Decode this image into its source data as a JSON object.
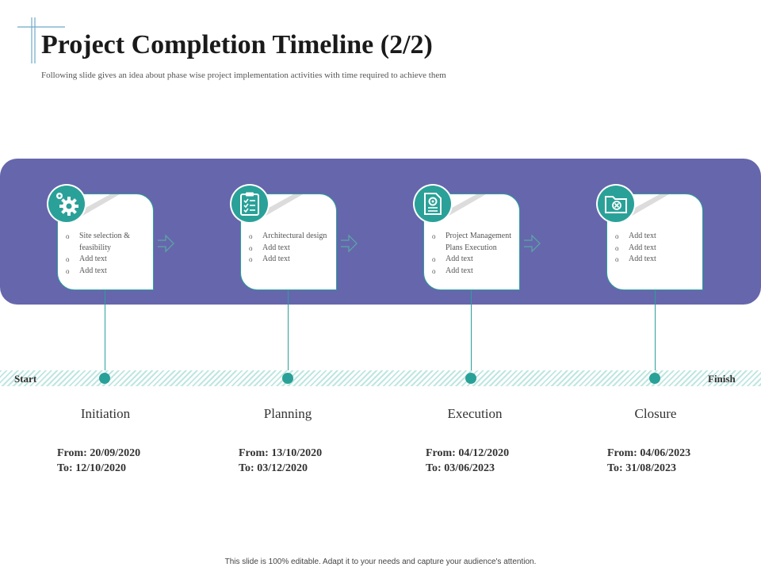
{
  "slide": {
    "title": "Project Completion Timeline (2/2)",
    "subtitle": "Following slide gives an idea about phase wise project  implementation activities  with time required  to achieve  them",
    "footer": "This slide is 100% editable.  Adapt it to your needs and capture your audience's attention."
  },
  "track": {
    "start_label": "Start",
    "finish_label": "Finish"
  },
  "colors": {
    "band": "#6666ad",
    "accent": "#2aa198"
  },
  "phases": [
    {
      "name": "Initiation",
      "icon": "gears-icon",
      "from": "From: 20/09/2020",
      "to": "To: 12/10/2020",
      "items": [
        "Site selection & feasibility",
        "Add text",
        "Add text"
      ]
    },
    {
      "name": "Planning",
      "icon": "checklist-icon",
      "from": "From: 13/10/2020",
      "to": "To: 03/12/2020",
      "items": [
        "Architectural design",
        "Add text",
        "Add text"
      ]
    },
    {
      "name": "Execution",
      "icon": "document-gear-icon",
      "from": "From: 04/12/2020",
      "to": "To: 03/06/2023",
      "items": [
        "Project Management Plans Execution",
        "Add text",
        "Add text"
      ]
    },
    {
      "name": "Closure",
      "icon": "folder-close-icon",
      "from": "From: 04/06/2023",
      "to": "To: 31/08/2023",
      "items": [
        "Add text",
        "Add text",
        "Add text"
      ]
    }
  ]
}
